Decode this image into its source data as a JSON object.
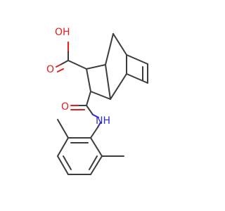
{
  "molecule": {
    "atoms": {
      "oh": "OH",
      "o_acid": "O",
      "o_amide": "O",
      "nh": "NH"
    },
    "colors": {
      "bond": "#3c3c3c",
      "oxygen": "#e41f1f",
      "nitrogen": "#2b2bd6",
      "background": "#ffffff"
    }
  }
}
